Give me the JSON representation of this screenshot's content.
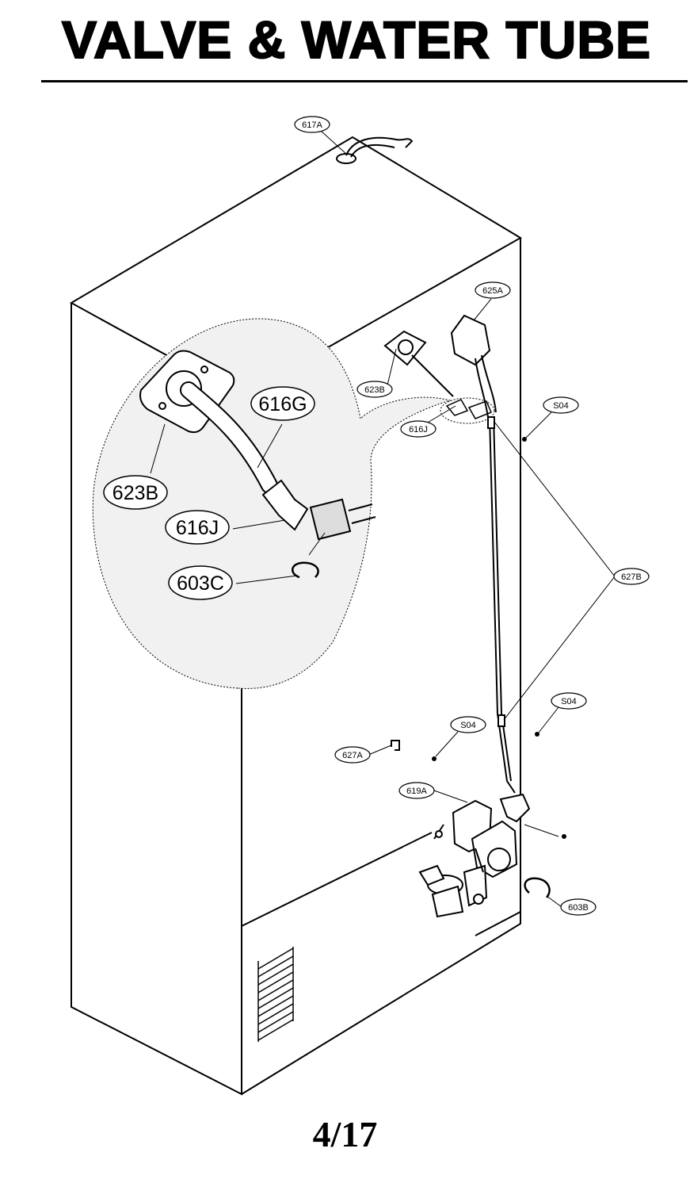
{
  "title": "VALVE & WATER TUBE",
  "page": "4/17",
  "callouts": {
    "c617A": "617A",
    "c625A": "625A",
    "c623B_small": "623B",
    "c616J_small": "616J",
    "c604_1": "S04",
    "c627B": "627B",
    "c604_2": "S04",
    "c604_3": "S04",
    "c627A": "627A",
    "c619A": "619A",
    "c603B": "603B",
    "c616G": "616G",
    "c623B_large": "623B",
    "c616J_large": "616J",
    "c603C": "603C"
  }
}
